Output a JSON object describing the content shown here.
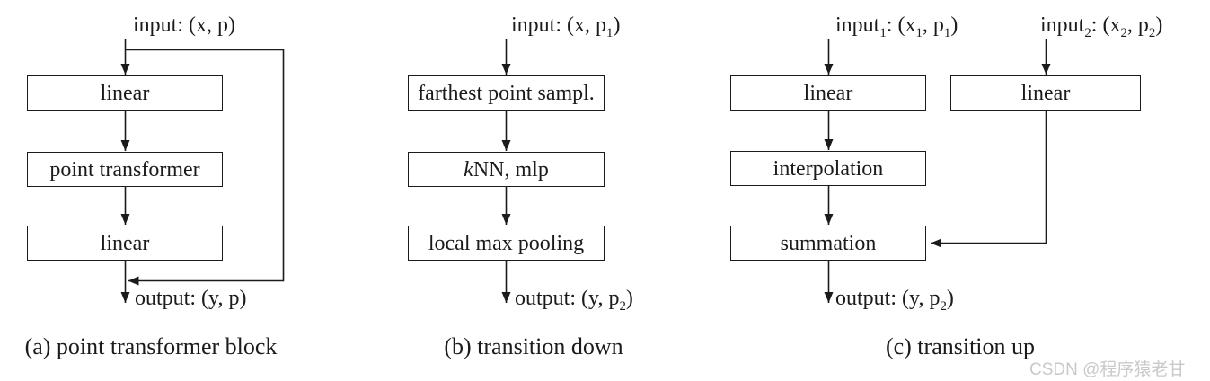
{
  "figure": {
    "colors": {
      "ink": "#1b1b1b",
      "background": "#ffffff",
      "watermark": "#c9c9c9"
    },
    "watermark": "CSDN @程序猿老甘",
    "panels": {
      "a": {
        "input": "input: (x, p)",
        "boxes": {
          "linear1": "linear",
          "point_transformer": "point transformer",
          "linear2": "linear"
        },
        "output": "output: (y, p)",
        "caption": "(a) point transformer block"
      },
      "b": {
        "input_rich": [
          {
            "t": "input: (x, p"
          },
          {
            "t": "1",
            "sub": true
          },
          {
            "t": ")"
          }
        ],
        "boxes": {
          "fps": "farthest point sampl.",
          "knn_rich": [
            {
              "t": "k",
              "italic": true
            },
            {
              "t": "NN, mlp"
            }
          ],
          "pooling": "local max pooling"
        },
        "output_rich": [
          {
            "t": "output: (y, p"
          },
          {
            "t": "2",
            "sub": true
          },
          {
            "t": ")"
          }
        ],
        "caption": "(b) transition down"
      },
      "c": {
        "input1_rich": [
          {
            "t": "input"
          },
          {
            "t": "1",
            "sub": true
          },
          {
            "t": ": (x"
          },
          {
            "t": "1",
            "sub": true
          },
          {
            "t": ", p"
          },
          {
            "t": "1",
            "sub": true
          },
          {
            "t": ")"
          }
        ],
        "input2_rich": [
          {
            "t": "input"
          },
          {
            "t": "2",
            "sub": true
          },
          {
            "t": ": (x"
          },
          {
            "t": "2",
            "sub": true
          },
          {
            "t": ", p"
          },
          {
            "t": "2",
            "sub": true
          },
          {
            "t": ")"
          }
        ],
        "boxes": {
          "linear_left": "linear",
          "interpolation": "interpolation",
          "summation": "summation",
          "linear_right": "linear"
        },
        "output_rich": [
          {
            "t": "output: (y, p"
          },
          {
            "t": "2",
            "sub": true
          },
          {
            "t": ")"
          }
        ],
        "caption": "(c) transition up"
      }
    }
  }
}
